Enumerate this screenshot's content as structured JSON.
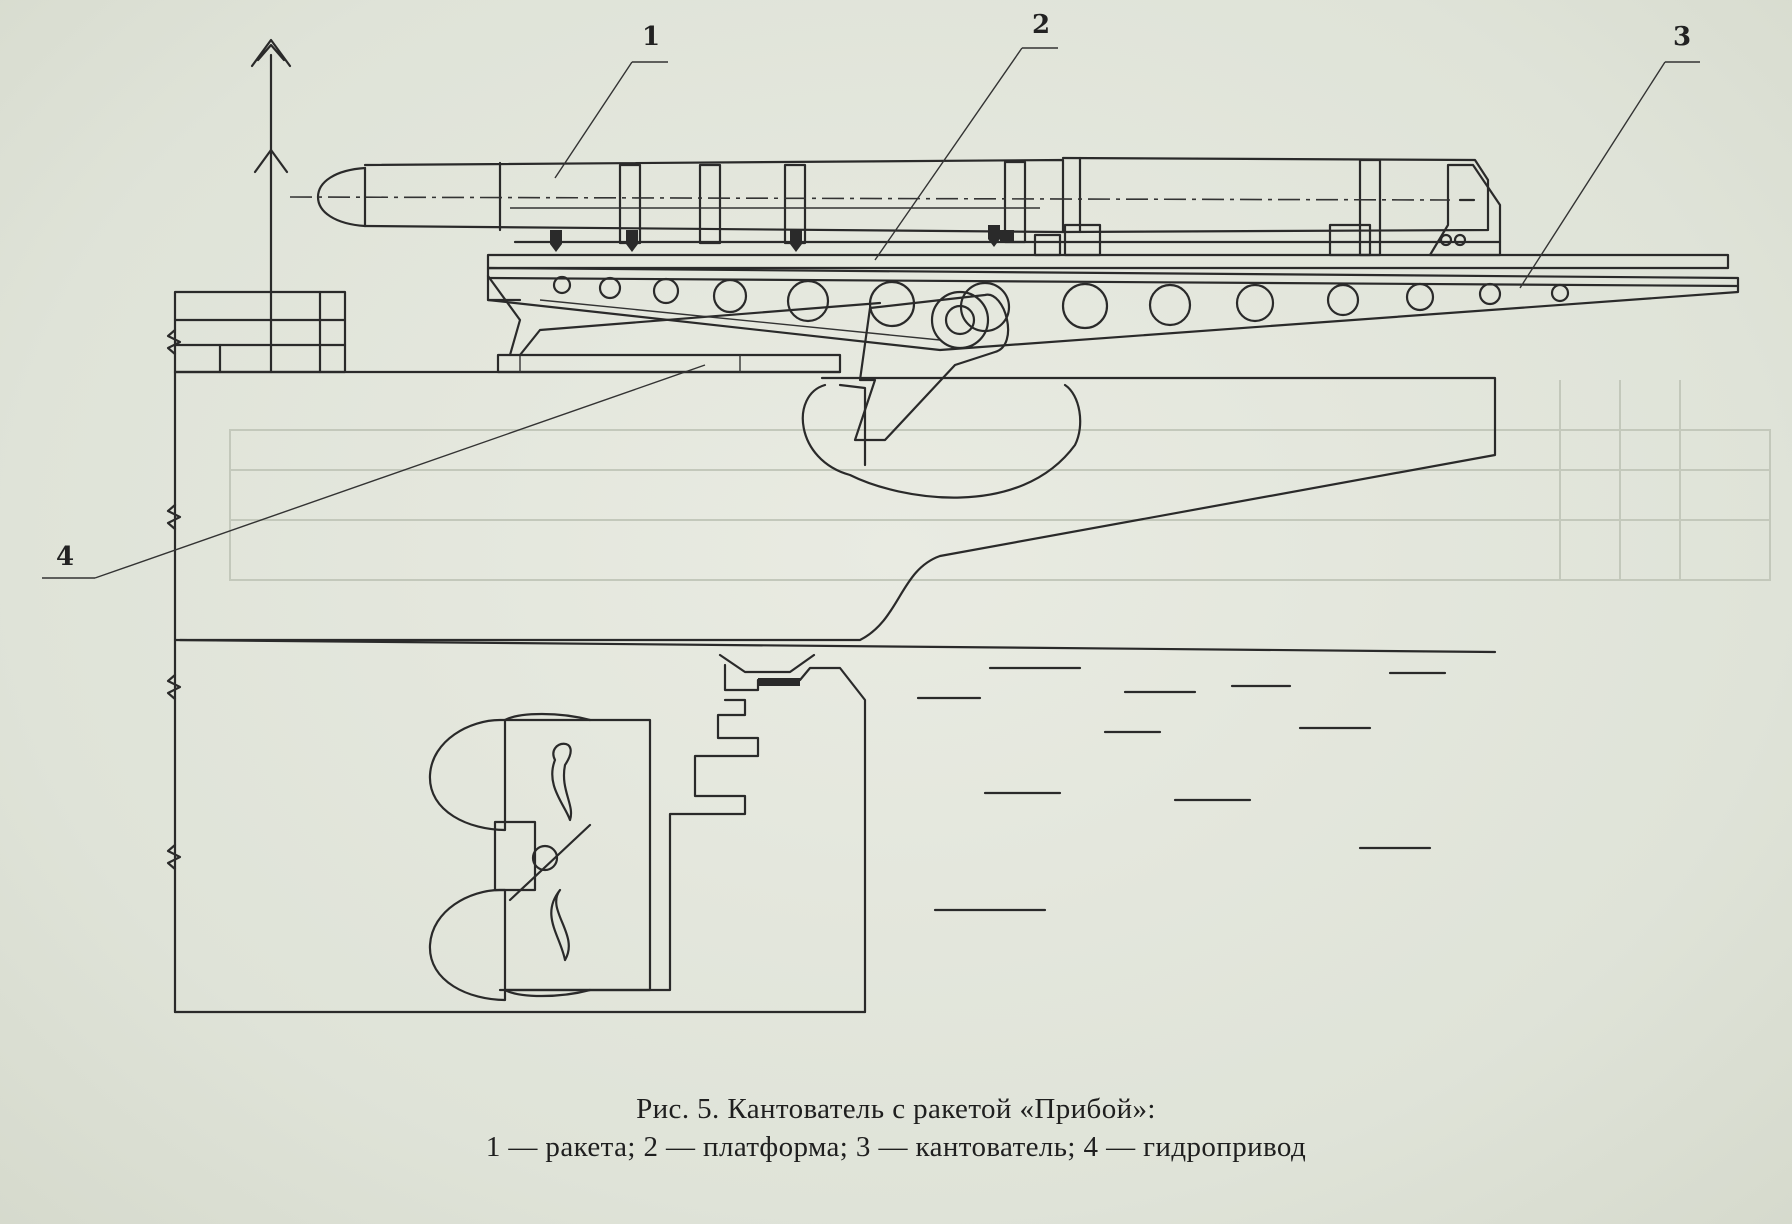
{
  "figure": {
    "caption_line1": "Рис. 5. Кантователь с ракетой «Прибой»:",
    "caption_line2": "1 — ракета; 2 — платформа; 3 — кантователь; 4 — гидропривод",
    "callouts": [
      {
        "id": "1",
        "label": "1"
      },
      {
        "id": "2",
        "label": "2"
      },
      {
        "id": "3",
        "label": "3"
      },
      {
        "id": "4",
        "label": "4"
      }
    ]
  },
  "colors": {
    "paper": "#e3e6dc",
    "ink": "#2a2a2a"
  }
}
